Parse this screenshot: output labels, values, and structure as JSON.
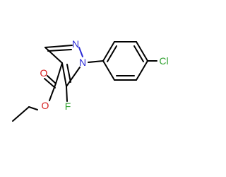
{
  "molecule": {
    "atoms": {
      "n1": "N",
      "n2": "N",
      "o_carbonyl": "O",
      "o_ester": "O",
      "f": "F",
      "cl": "Cl"
    }
  },
  "colors": {
    "carbon": "#000000",
    "nitrogen": "#2a2ad6",
    "oxygen": "#d61d1d",
    "halogen": "#2ea02e",
    "background": "#ffffff"
  }
}
